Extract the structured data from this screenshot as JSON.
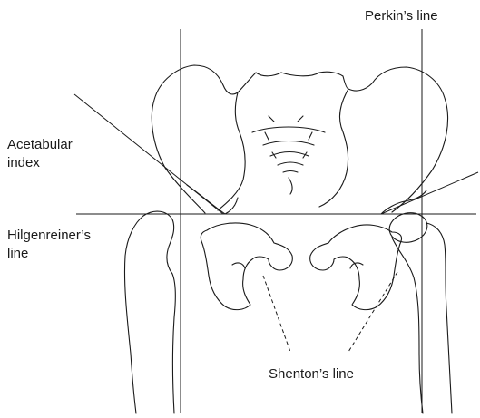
{
  "labels": {
    "perkins_line": "Perkin’s line",
    "acetabular_index_line1": "Acetabular",
    "acetabular_index_line2": "index",
    "hilgenreiners_line1": "Hilgenreiner’s",
    "hilgenreiners_line2": "line",
    "shentons_line": "Shenton’s line"
  }
}
